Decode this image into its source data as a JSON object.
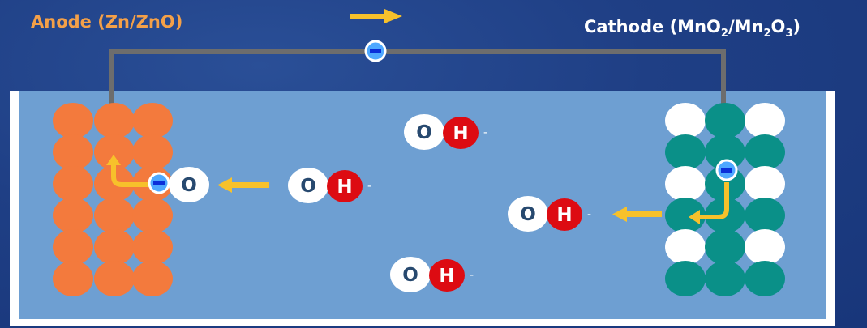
{
  "labels": {
    "anode": "Anode (Zn/ZnO)",
    "cathode": {
      "prefix": "Cathode (MnO",
      "sub1": "2",
      "mid": "/Mn",
      "sub2": "2",
      "mid2": "O",
      "sub3": "3",
      "suffix": ")"
    }
  },
  "ions": {
    "oxygen_symbol": "O",
    "hydrogen_symbol": "H",
    "charge": "-",
    "electron_symbol": "-"
  },
  "colors": {
    "background": "#1f3f85",
    "electrolyte": "#6e9fd2",
    "anode_atom": "#f37a3d",
    "cathode_atom_teal": "#0a9088",
    "cathode_atom_white": "#ffffff",
    "hydrogen": "#dd0b12",
    "oxygen_text": "#27496f",
    "arrow": "#f7c12b",
    "wire": "#6d6d6d",
    "electron": "#1a78ea"
  }
}
